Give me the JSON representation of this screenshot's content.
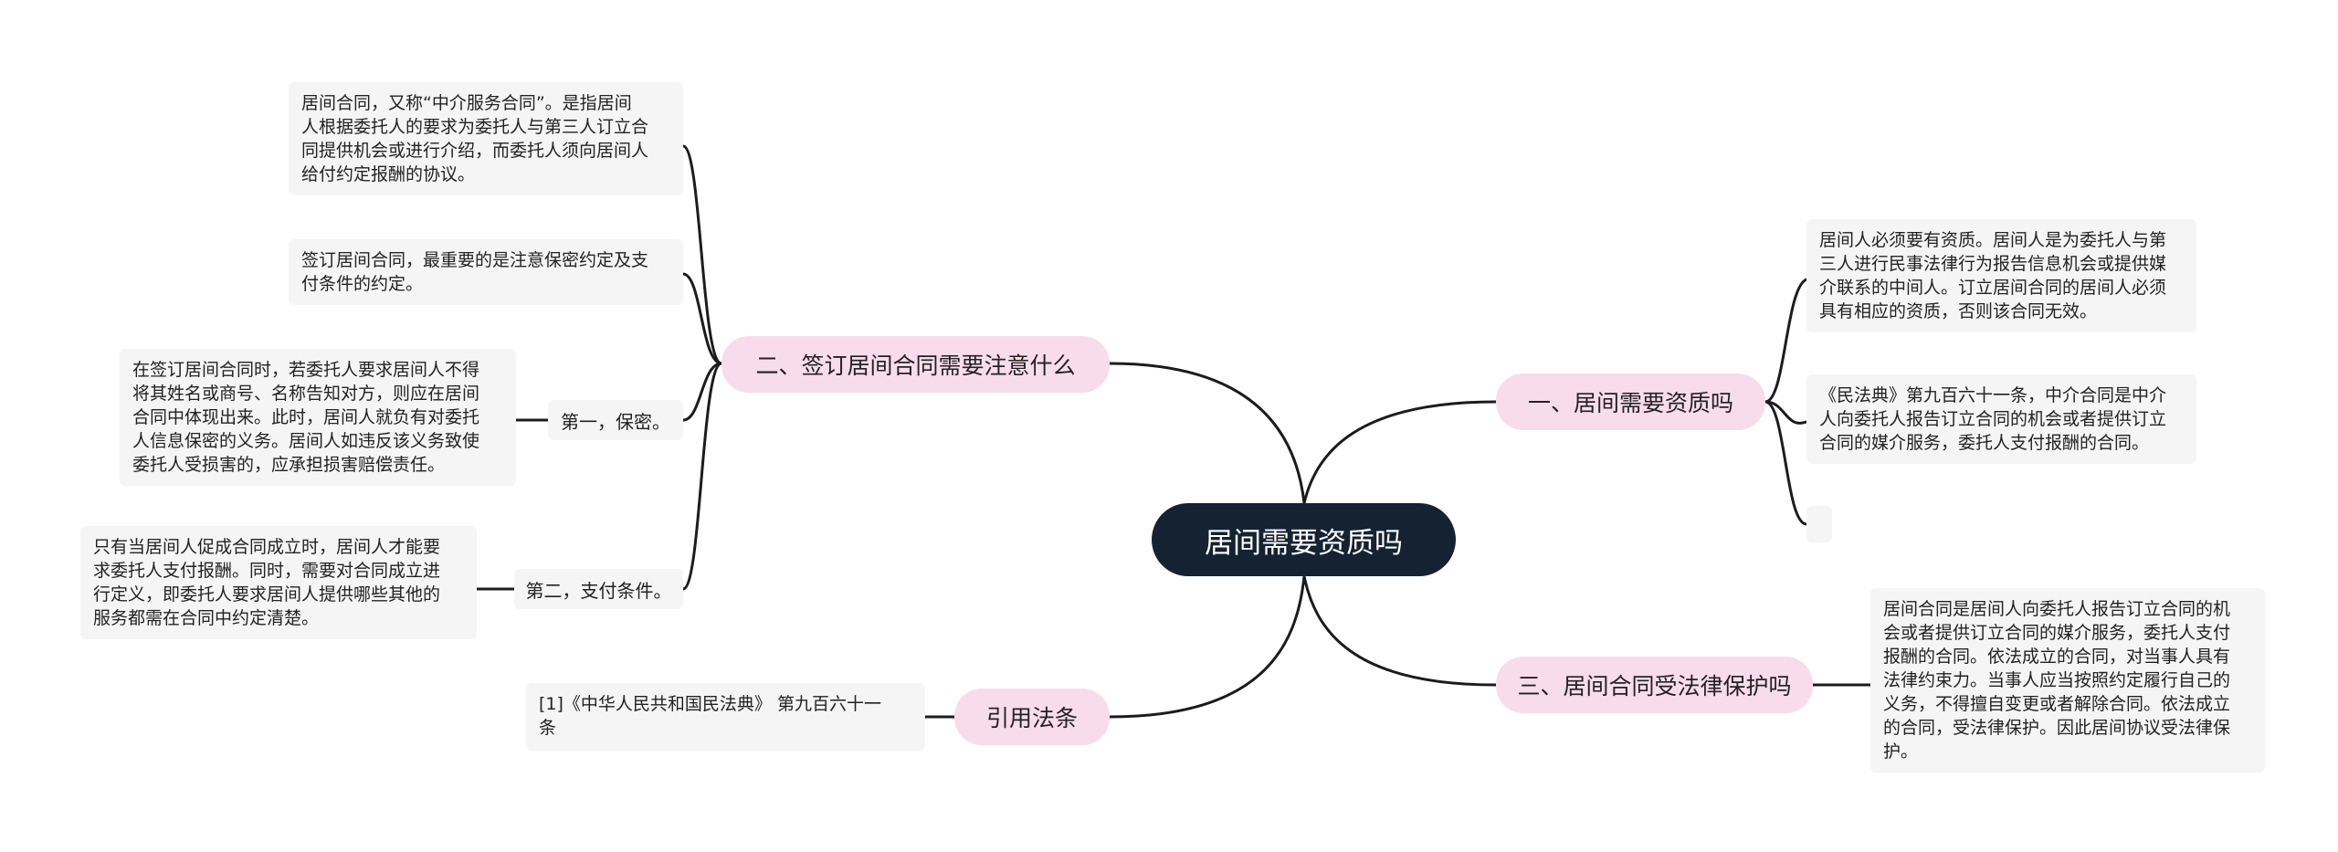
{
  "root": {
    "title": "居间需要资质吗"
  },
  "branches": {
    "b1": {
      "title": "一、居间需要资质吗",
      "leaves": [
        "居间人必须要有资质。居间人是为委托人与第\n三人进行民事法律行为报告信息机会或提供媒\n介联系的中间人。订立居间合同的居间人必须\n具有相应的资质，否则该合同无效。",
        "《民法典》第九百六十一条，中介合同是中介\n人向委托人报告订立合同的机会或者提供订立\n合同的媒介服务，委托人支付报酬的合同。"
      ]
    },
    "b2": {
      "title": "二、签订居间合同需要注意什么",
      "leaves": [
        "居间合同，又称“中介服务合同”。是指居间\n人根据委托人的要求为委托人与第三人订立合\n同提供机会或进行介绍，而委托人须向居间人\n给付约定报酬的协议。",
        "签订居间合同，最重要的是注意保密约定及支\n付条件的约定。"
      ],
      "sub1": {
        "title": "第一，保密。",
        "detail": "在签订居间合同时，若委托人要求居间人不得\n将其姓名或商号、名称告知对方，则应在居间\n合同中体现出来。此时，居间人就负有对委托\n人信息保密的义务。居间人如违反该义务致使\n委托人受损害的，应承担损害赔偿责任。"
      },
      "sub2": {
        "title": "第二，支付条件。",
        "detail": "只有当居间人促成合同成立时，居间人才能要\n求委托人支付报酬。同时，需要对合同成立进\n行定义，即委托人要求居间人提供哪些其他的\n服务都需在合同中约定清楚。"
      }
    },
    "b3": {
      "title": "三、居间合同受法律保护吗",
      "leaf": "居间合同是居间人向委托人报告订立合同的机\n会或者提供订立合同的媒介服务，委托人支付\n报酬的合同。依法成立的合同，对当事人具有\n法律约束力。当事人应当按照约定履行自己的\n义务，不得擅自变更或者解除合同。依法成立\n的合同，受法律保护。因此居间协议受法律保\n护。"
    },
    "b4": {
      "title": "引用法条",
      "leaf": "[1]《中华人民共和国民法典》 第九百六十一\n条"
    }
  },
  "colors": {
    "root_bg": "#142232",
    "branch_bg": "#f9dcec",
    "leaf_bg": "#f5f5f5",
    "line": "#1c1c1c"
  }
}
